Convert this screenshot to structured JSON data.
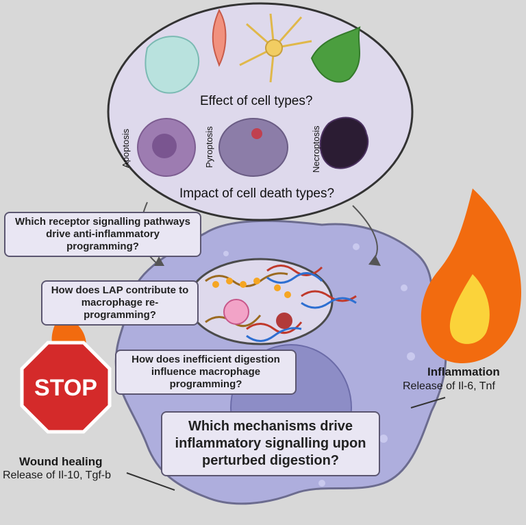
{
  "top_oval": {
    "q_cell_types": "Effect of cell types?",
    "q_cell_death": "Impact of cell death types?",
    "death_labels": [
      "Apoptosis",
      "Pyroptosis",
      "Necroptosis"
    ]
  },
  "questions": {
    "receptor_l1": "Which receptor signalling pathways",
    "receptor_l2": "drive anti-inflammatory programming?",
    "lap_l1": "How does LAP contribute to",
    "lap_l2": "macrophage re-programming?",
    "digestion_l1": "How does inefficient digestion",
    "digestion_l2": "influence macrophage programming?",
    "main_l1": "Which mechanisms drive",
    "main_l2": "inflammatory signalling upon",
    "main_l3": "perturbed digestion?"
  },
  "stop_sign": {
    "text": "STOP"
  },
  "wound_healing": {
    "title": "Wound healing",
    "release": "Release of Il-10, Tgf-b"
  },
  "inflammation": {
    "title": "Inflammation",
    "release": "Release of Il-6, Tnf"
  },
  "colors": {
    "oval_fill": "#ded9ec",
    "macrophage": "#aeaedd",
    "stop_red": "#d42a2a",
    "flame_orange": "#f26b0f",
    "flame_yellow": "#fbd33a"
  }
}
